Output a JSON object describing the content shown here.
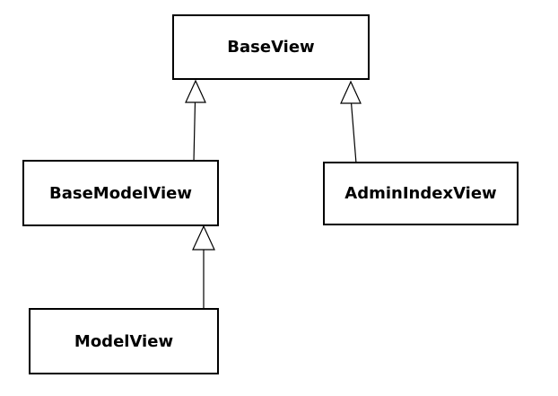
{
  "diagram": {
    "type": "uml-class-inheritance",
    "background_color": "#ffffff",
    "box_fill_color": "#ffffff",
    "line_color": "#000000",
    "text_color": "#000000",
    "nodes": [
      {
        "id": "base-view",
        "label": "BaseView"
      },
      {
        "id": "base-model-view",
        "label": "BaseModelView"
      },
      {
        "id": "admin-index-view",
        "label": "AdminIndexView"
      },
      {
        "id": "model-view",
        "label": "ModelView"
      }
    ],
    "edges": [
      {
        "from": "BaseModelView",
        "to": "BaseView",
        "type": "inheritance"
      },
      {
        "from": "AdminIndexView",
        "to": "BaseView",
        "type": "inheritance"
      },
      {
        "from": "ModelView",
        "to": "BaseModelView",
        "type": "inheritance"
      }
    ]
  }
}
